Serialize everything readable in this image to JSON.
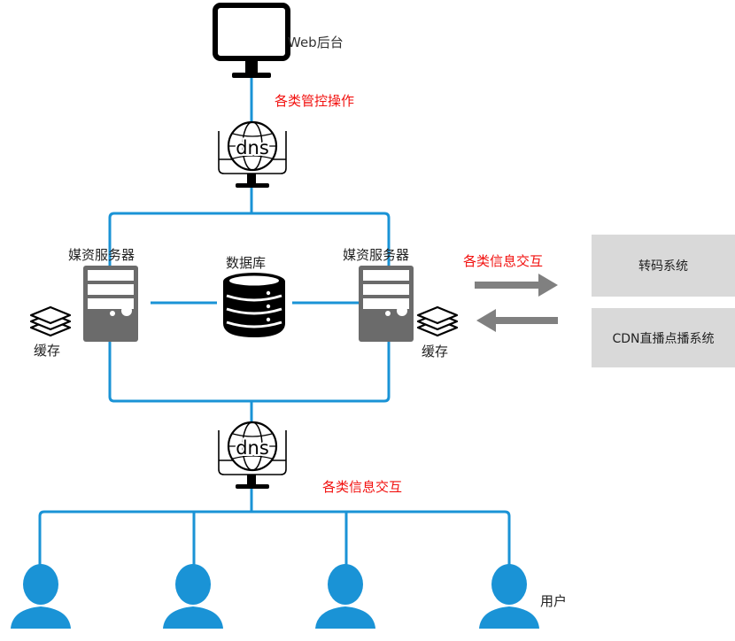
{
  "web_admin": {
    "label": "Web后台"
  },
  "top_link": {
    "label": "各类管控操作"
  },
  "dns_top": {
    "label": "dns"
  },
  "dns_bottom": {
    "label": "dns"
  },
  "media_server_left": {
    "label": "媒资服务器"
  },
  "media_server_right": {
    "label": "媒资服务器"
  },
  "database": {
    "label": "数据库"
  },
  "cache_left": {
    "label": "缓存"
  },
  "cache_right": {
    "label": "缓存"
  },
  "exchange_right": {
    "label": "各类信息交互"
  },
  "exchange_bottom": {
    "label": "各类信息交互"
  },
  "transcode_system": {
    "label": "转码系统"
  },
  "cdn_system": {
    "label": "CDN直播点播系统"
  },
  "users": {
    "label": "用户",
    "count": 4
  },
  "colors": {
    "line": "#1a93d6",
    "user": "#1a93d6",
    "accent_text": "#f2110f",
    "server": "#6b6b6b",
    "arrow": "#808080",
    "system_box": "#d9d9d9"
  }
}
